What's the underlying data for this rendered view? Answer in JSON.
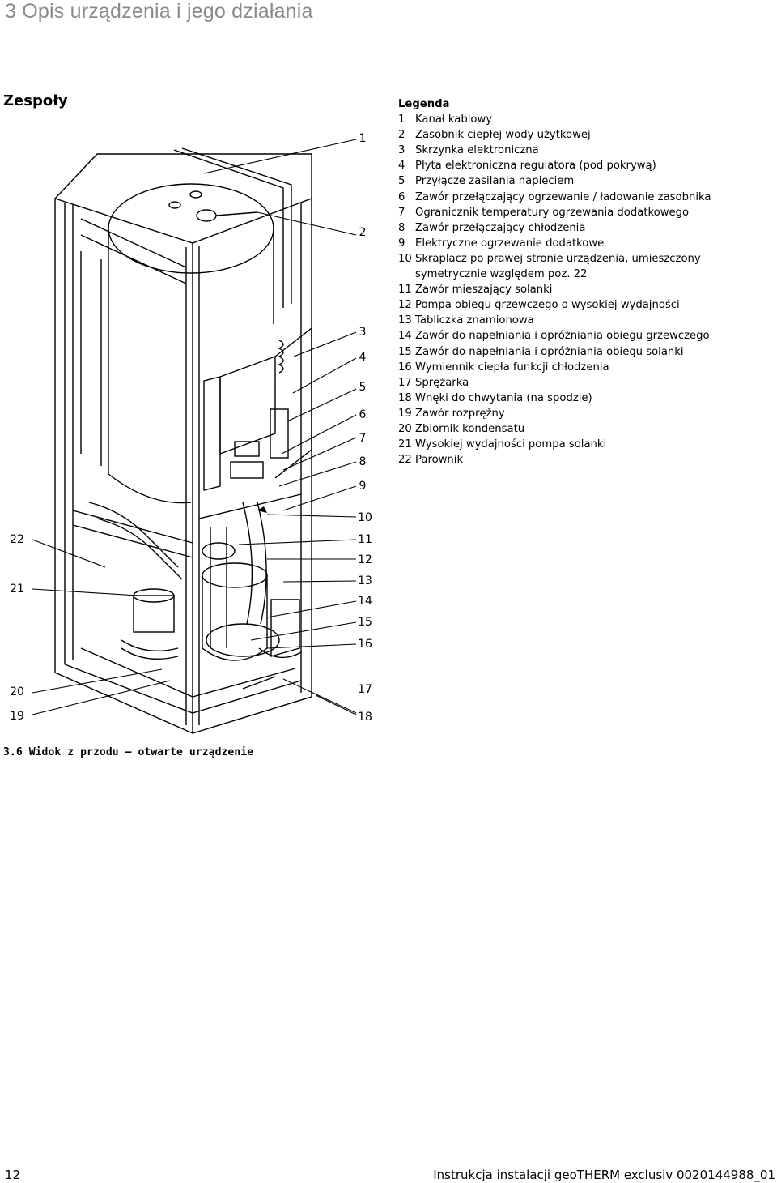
{
  "header": {
    "title": "3  Opis urządzenia i jego działania"
  },
  "section": {
    "title": "Zespoły"
  },
  "legend": {
    "heading": "Legenda",
    "items": [
      {
        "num": "1",
        "text": "Kanał kablowy"
      },
      {
        "num": "2",
        "text": "Zasobnik ciepłej wody użytkowej"
      },
      {
        "num": "3",
        "text": "Skrzynka elektroniczna"
      },
      {
        "num": "4",
        "text": "Płyta elektroniczna regulatora (pod pokrywą)"
      },
      {
        "num": "5",
        "text": "Przyłącze zasilania napięciem"
      },
      {
        "num": "6",
        "text": "Zawór przełączający ogrzewanie / ładowanie zasobnika"
      },
      {
        "num": "7",
        "text": "Ogranicznik temperatury ogrzewania dodatkowego"
      },
      {
        "num": "8",
        "text": "Zawór przełączający chłodzenia"
      },
      {
        "num": "9",
        "text": "Elektryczne ogrzewanie dodatkowe"
      },
      {
        "num": "10",
        "text": "Skraplacz po prawej stronie urządzenia, umieszczony symetrycznie względem poz. 22"
      },
      {
        "num": "11",
        "text": "Zawór mieszający solanki"
      },
      {
        "num": "12",
        "text": "Pompa obiegu grzewczego o wysokiej wydajności"
      },
      {
        "num": "13",
        "text": "Tabliczka znamionowa"
      },
      {
        "num": "14",
        "text": "Zawór do napełniania i opróżniania obiegu grzewczego"
      },
      {
        "num": "15",
        "text": "Zawór do napełniania i opróżniania obiegu solanki"
      },
      {
        "num": "16",
        "text": "Wymiennik ciepła funkcji chłodzenia"
      },
      {
        "num": "17",
        "text": "Sprężarka"
      },
      {
        "num": "18",
        "text": "Wnęki do chwytania (na spodzie)"
      },
      {
        "num": "19",
        "text": "Zawór rozprężny"
      },
      {
        "num": "20",
        "text": "Zbiornik kondensatu"
      },
      {
        "num": "21",
        "text": "Wysokiej wydajności pompa solanki"
      },
      {
        "num": "22",
        "text": "Parownik"
      }
    ]
  },
  "figure": {
    "callouts_right": [
      "1",
      "2",
      "3",
      "4",
      "5",
      "6",
      "7",
      "8",
      "9",
      "10",
      "11",
      "12",
      "13",
      "14",
      "15",
      "16",
      "17",
      "18"
    ],
    "callouts_left": [
      "22",
      "21",
      "20",
      "19"
    ],
    "caption": "3.6 Widok z przodu – otwarte urządzenie"
  },
  "footer": {
    "page_number": "12",
    "document": "Instrukcja instalacji geoTHERM exclusiv 0020144988_01"
  }
}
